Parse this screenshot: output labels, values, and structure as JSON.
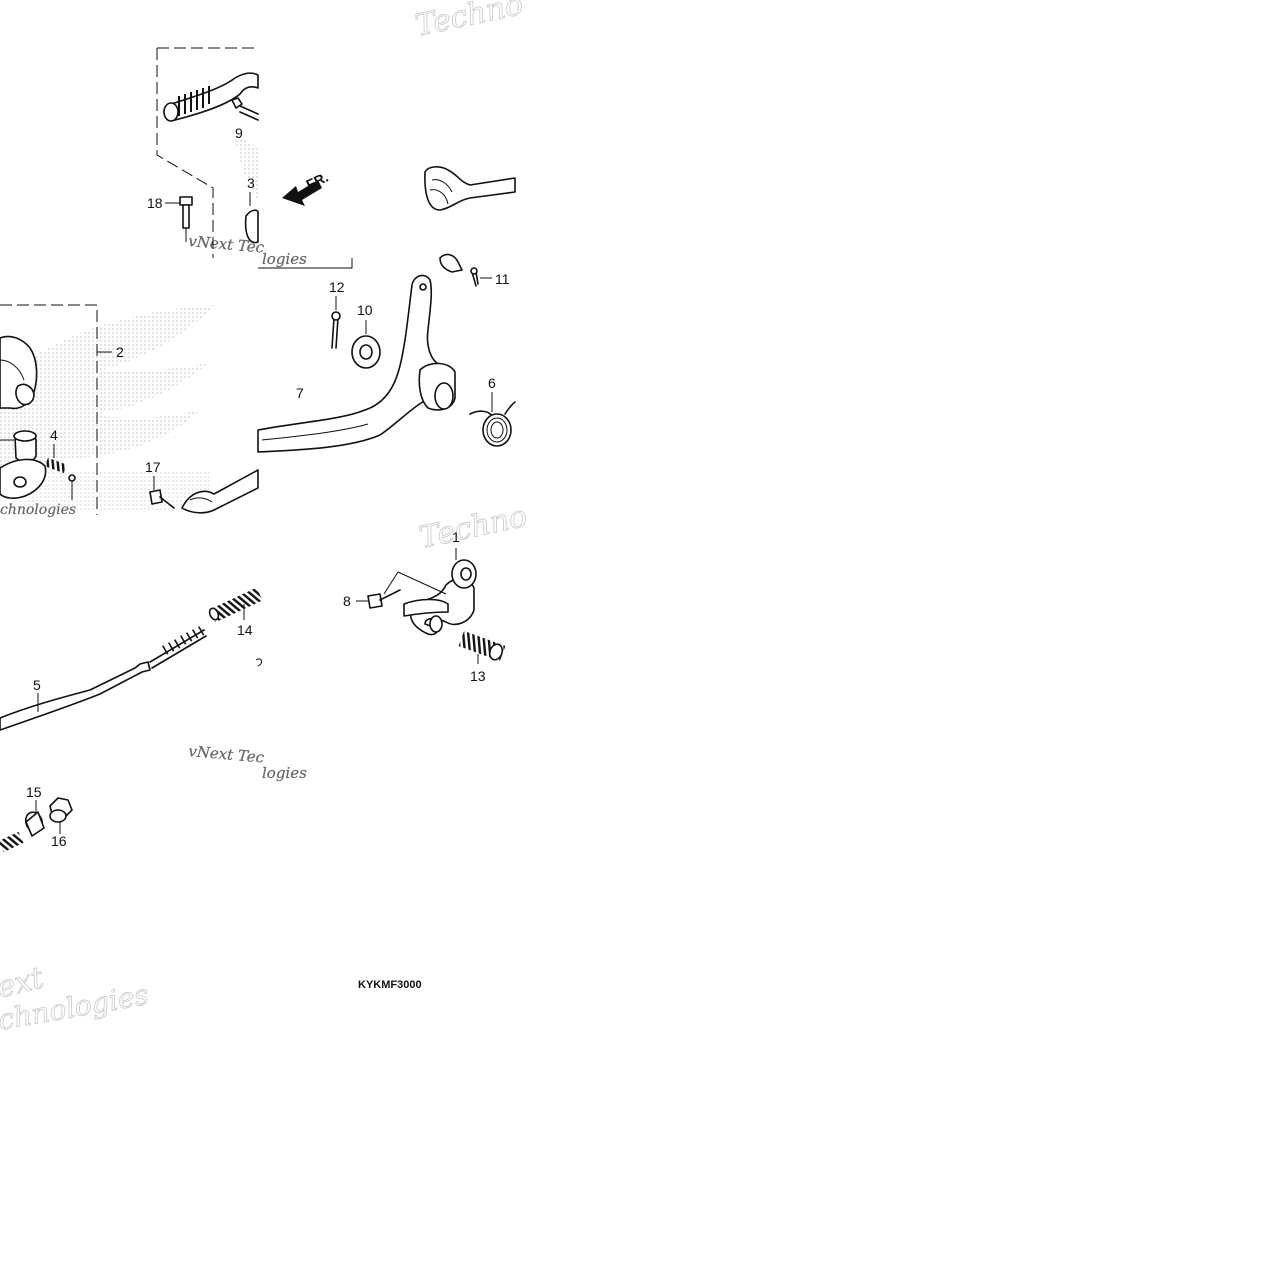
{
  "diagram": {
    "callouts": [
      {
        "id": "1",
        "label": "1"
      },
      {
        "id": "2",
        "label": "2"
      },
      {
        "id": "3",
        "label": "3"
      },
      {
        "id": "4",
        "label": "4"
      },
      {
        "id": "5",
        "label": "5"
      },
      {
        "id": "6",
        "label": "6"
      },
      {
        "id": "7",
        "label": "7"
      },
      {
        "id": "8",
        "label": "8"
      },
      {
        "id": "9",
        "label": "9"
      },
      {
        "id": "10",
        "label": "10"
      },
      {
        "id": "11",
        "label": "11"
      },
      {
        "id": "12",
        "label": "12"
      },
      {
        "id": "13",
        "label": "13"
      },
      {
        "id": "14",
        "label": "14"
      },
      {
        "id": "15",
        "label": "15"
      },
      {
        "id": "16",
        "label": "16"
      },
      {
        "id": "17",
        "label": "17"
      },
      {
        "id": "18",
        "label": "18"
      }
    ],
    "direction_label": "FR.",
    "drawing_code": "KYKMF3000",
    "watermarks": [
      "Techno",
      "vNext Tec",
      "logies",
      "Techno",
      "vNext Tec",
      "logies",
      "ext",
      "chnologies",
      "chnologies"
    ]
  }
}
